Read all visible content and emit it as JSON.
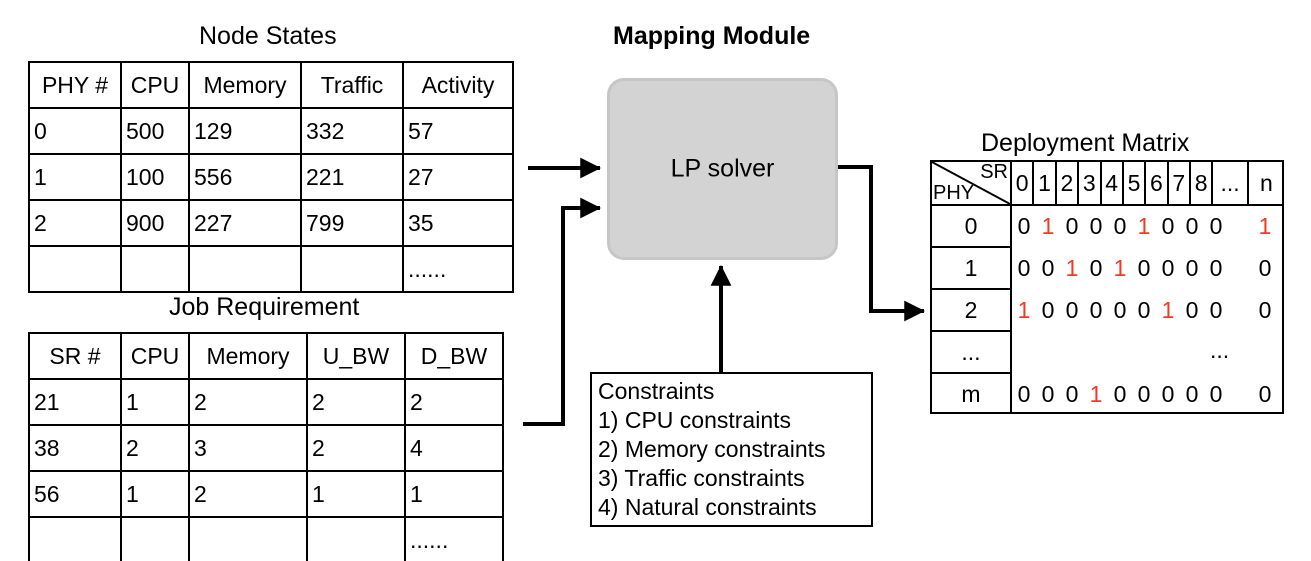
{
  "node_states": {
    "title": "Node States",
    "headers": [
      "PHY #",
      "CPU",
      "Memory",
      "Traffic",
      "Activity"
    ],
    "rows": [
      [
        "0",
        "500",
        "129",
        "332",
        "57"
      ],
      [
        "1",
        "100",
        "556",
        "221",
        "27"
      ],
      [
        "2",
        "900",
        "227",
        "799",
        "35"
      ],
      [
        "",
        "",
        "",
        "",
        "......"
      ]
    ]
  },
  "job_requirement": {
    "title": "Job Requirement",
    "headers": [
      "SR #",
      "CPU",
      "Memory",
      "U_BW",
      "D_BW"
    ],
    "rows": [
      [
        "21",
        "1",
        "2",
        "2",
        "2"
      ],
      [
        "38",
        "2",
        "3",
        "2",
        "4"
      ],
      [
        "56",
        "1",
        "2",
        "1",
        "1"
      ],
      [
        "",
        "",
        "",
        "",
        "......"
      ]
    ]
  },
  "mapping_module": {
    "title": "Mapping Module",
    "solver_label": "LP solver"
  },
  "constraints": {
    "title": "Constraints",
    "items": [
      "1) CPU constraints",
      "2) Memory constraints",
      "3) Traffic constraints",
      "4) Natural constraints"
    ]
  },
  "deployment_matrix": {
    "title": "Deployment Matrix",
    "corner": {
      "row_axis": "PHY",
      "col_axis": "SR"
    },
    "column_headers": [
      "0",
      "1",
      "2",
      "3",
      "4",
      "5",
      "6",
      "7",
      "8",
      "...",
      "n"
    ],
    "row_labels": [
      "0",
      "1",
      "2",
      "...",
      "m"
    ],
    "highlight_color": "#ef3b24",
    "rows": [
      {
        "label": "0",
        "values": [
          "0",
          "1",
          "0",
          "0",
          "0",
          "1",
          "0",
          "0",
          "0"
        ],
        "tail": "1",
        "highlighted": [
          1,
          5
        ],
        "tail_highlighted": true,
        "is_ellipsis": false
      },
      {
        "label": "1",
        "values": [
          "0",
          "0",
          "1",
          "0",
          "1",
          "0",
          "0",
          "0",
          "0"
        ],
        "tail": "0",
        "highlighted": [
          2,
          4
        ],
        "tail_highlighted": false,
        "is_ellipsis": false
      },
      {
        "label": "2",
        "values": [
          "1",
          "0",
          "0",
          "0",
          "0",
          "0",
          "1",
          "0",
          "0"
        ],
        "tail": "0",
        "highlighted": [
          0,
          6
        ],
        "tail_highlighted": false,
        "is_ellipsis": false
      },
      {
        "label": "...",
        "values": [],
        "tail": "",
        "highlighted": [],
        "tail_highlighted": false,
        "is_ellipsis": true,
        "ellipsis_text": "..."
      },
      {
        "label": "m",
        "values": [
          "0",
          "0",
          "0",
          "1",
          "0",
          "0",
          "0",
          "0",
          "0"
        ],
        "tail": "0",
        "highlighted": [
          3
        ],
        "tail_highlighted": false,
        "is_ellipsis": false
      }
    ]
  },
  "flow": {
    "node_states_to_solver": "arrow",
    "job_requirement_to_solver": "arrow",
    "constraints_to_solver": "arrow",
    "solver_to_matrix": "arrow"
  }
}
